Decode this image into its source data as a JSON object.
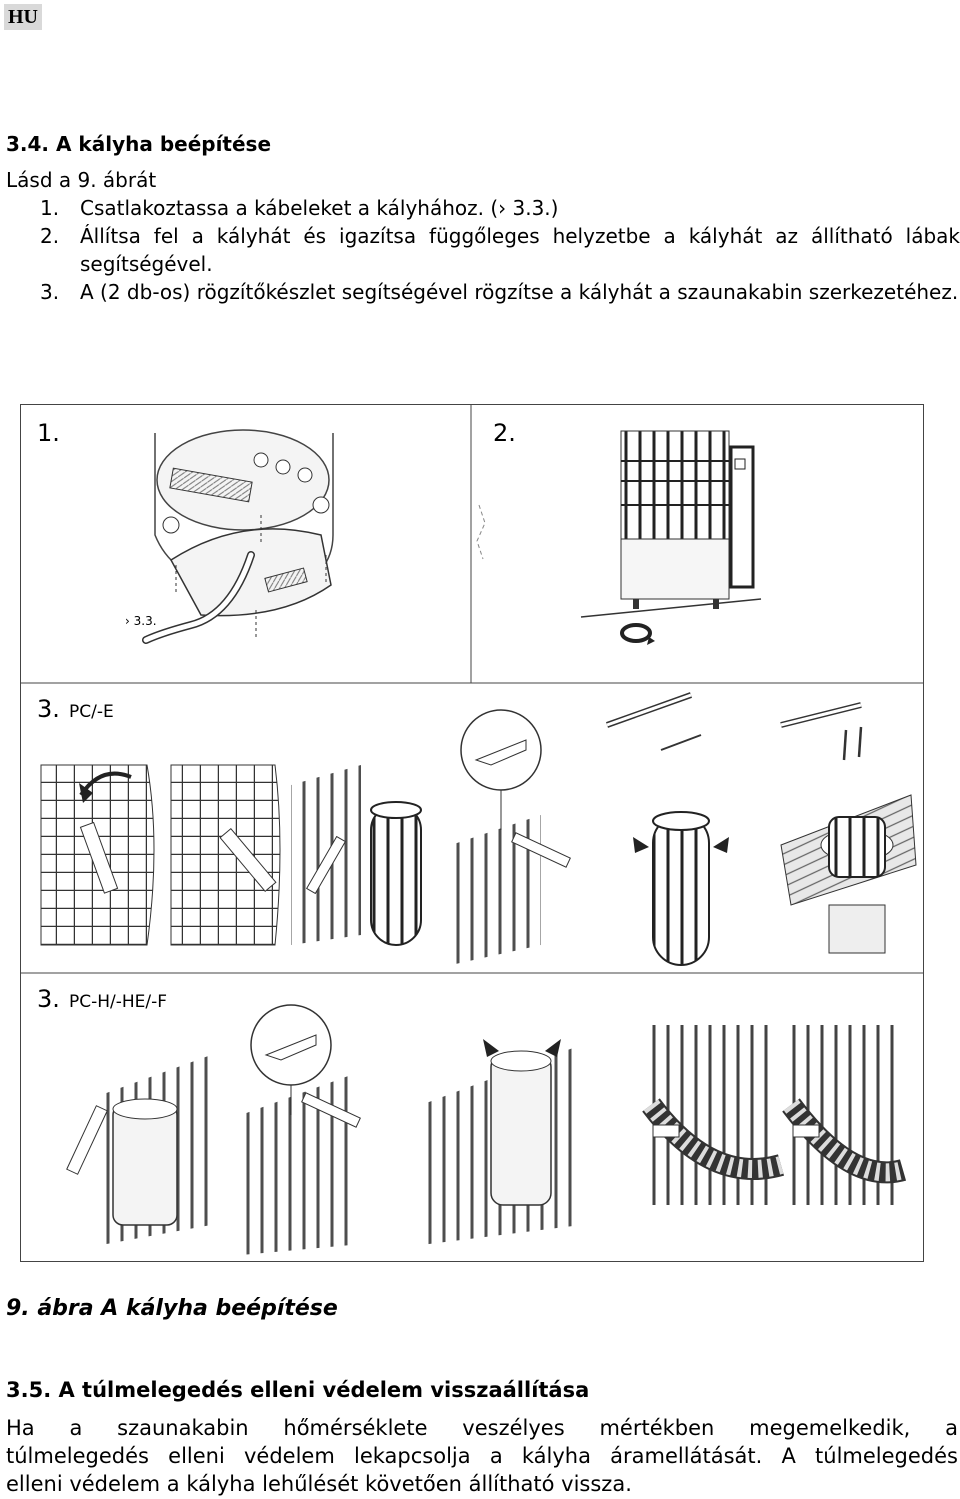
{
  "lang_badge": "HU",
  "section_title": "3.4. A kályha beépítése",
  "see_figure": "Lásd a 9. ábrát",
  "steps": [
    {
      "num": "1.",
      "text": "Csatlakoztassa a kábeleket a kályhához. (› 3.3.)"
    },
    {
      "num": "2.",
      "text": "Állítsa fel a kályhát és igazítsa függőleges helyzetbe a kályhát az állítható lábak segítségével."
    },
    {
      "num": "3.",
      "text": "A (2 db-os) rögzítőkészlet segítségével rögzítse a kályhát a szaunakabin szerkezetéhez."
    }
  ],
  "figure": {
    "panel1_label": "1.",
    "panel1_ref": "› 3.3.",
    "panel2_label": "2.",
    "panel3_label": "3.",
    "panel3_model": "PC/-E",
    "panel4_label": "3.",
    "panel4_model": "PC-H/-HE/-F"
  },
  "figure_caption": "9. ábra A kályha beépítése",
  "section2_title": "3.5. A túlmelegedés elleni védelem visszaállítása",
  "section2_lines": [
    "Ha a szaunakabin hőmérséklete veszélyes mértékben megemelkedik, a",
    "túlmelegedés elleni védelem lekapcsolja a kályha áramellátását. A túlmelegedés",
    "elleni védelem a kályha lehűlését követően állítható vissza."
  ]
}
